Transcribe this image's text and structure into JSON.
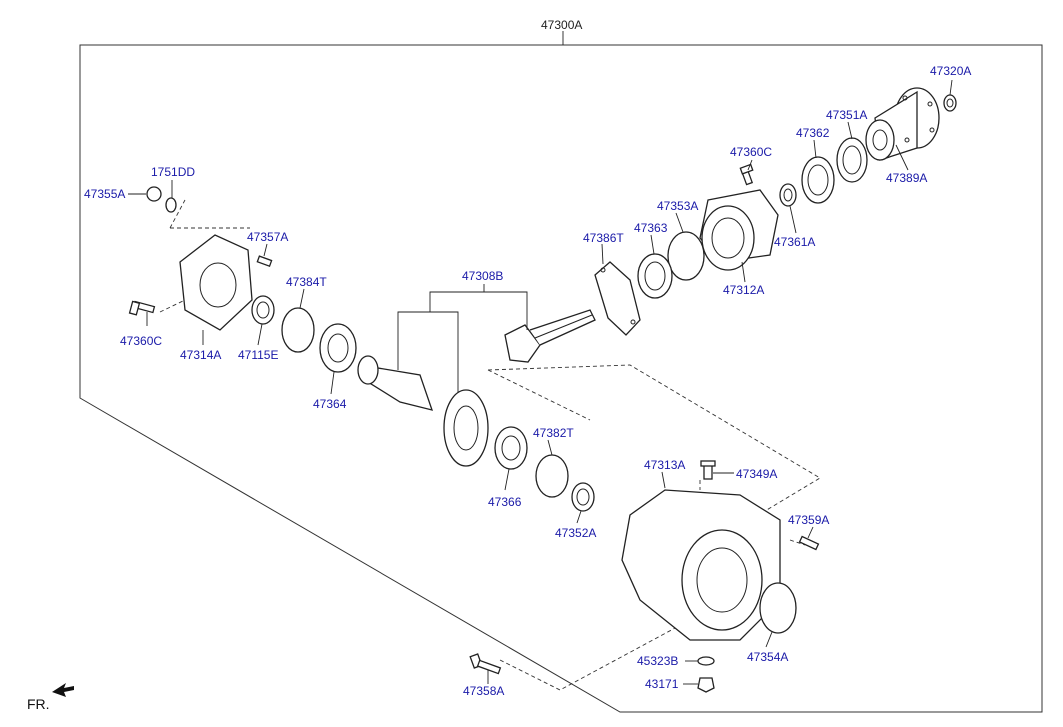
{
  "assembly_label": "47300A",
  "front_indicator": "FR.",
  "parts": {
    "p47320A": "47320A",
    "p47351A": "47351A",
    "p47362": "47362",
    "p47389A": "47389A",
    "p47360C_top": "47360C",
    "p47353A": "47353A",
    "p47363": "47363",
    "p47386T": "47386T",
    "p47361A": "47361A",
    "p47312A": "47312A",
    "p1751DD": "1751DD",
    "p47355A": "47355A",
    "p47357A": "47357A",
    "p47384T": "47384T",
    "p47308B": "47308B",
    "p47360C_left": "47360C",
    "p47314A": "47314A",
    "p47115E": "47115E",
    "p47364": "47364",
    "p47382T": "47382T",
    "p47366": "47366",
    "p47352A": "47352A",
    "p47313A": "47313A",
    "p47349A": "47349A",
    "p47359A": "47359A",
    "p45323B": "45323B",
    "p47354A": "47354A",
    "p43171": "43171",
    "p47358A": "47358A"
  }
}
